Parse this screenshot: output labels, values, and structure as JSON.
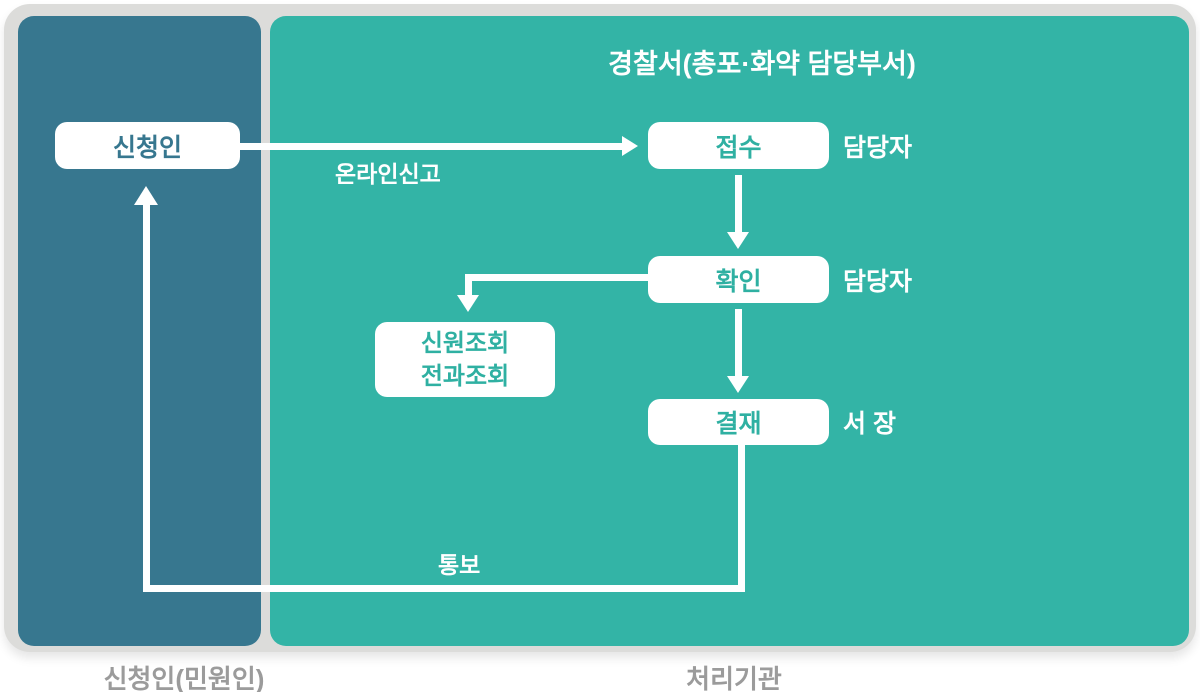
{
  "diagram": {
    "header": {
      "agency_title": "경찰서(총포·화약 담당부서)"
    },
    "nodes": {
      "applicant": "신청인",
      "reception": "접수",
      "reception_role": "담당자",
      "confirm": "확인",
      "confirm_role": "담당자",
      "approval": "결재",
      "approval_role": "서 장",
      "check_line1": "신원조회",
      "check_line2": "전과조회"
    },
    "edges": {
      "online_report": "온라인신고",
      "notify": "통보"
    },
    "lanes": {
      "applicant_label": "신청인(민원인)",
      "agency_label": "처리기관"
    },
    "colors": {
      "applicant_panel": "#37778F",
      "agency_panel": "#33B4A6",
      "frame_background": "#DCDCDA",
      "node_background": "#FFFFFF",
      "node_text_teal": "#2FB0A2",
      "node_text_dark": "#37778F",
      "flow_lines": "#FFFFFF",
      "lane_label_text": "#9B9B9B"
    }
  }
}
